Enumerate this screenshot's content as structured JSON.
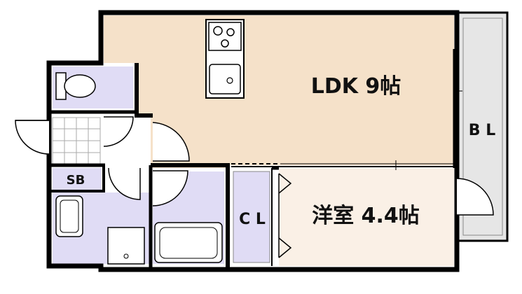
{
  "rooms": {
    "ldk": {
      "label": "LDK 9帖"
    },
    "bedroom": {
      "label": "洋室 4.4帖"
    },
    "balcony": {
      "label": "B L"
    },
    "closet": {
      "label": "C L"
    },
    "shoe_box": {
      "label": "SB"
    }
  },
  "colors": {
    "wall": "#000000",
    "ldk_floor": "#f5e1c9",
    "bedroom_floor": "#faf0e6",
    "wet_area": "#e0dcf5",
    "balcony": "#e6e6e6",
    "entrance_tile": "#ffffff"
  }
}
